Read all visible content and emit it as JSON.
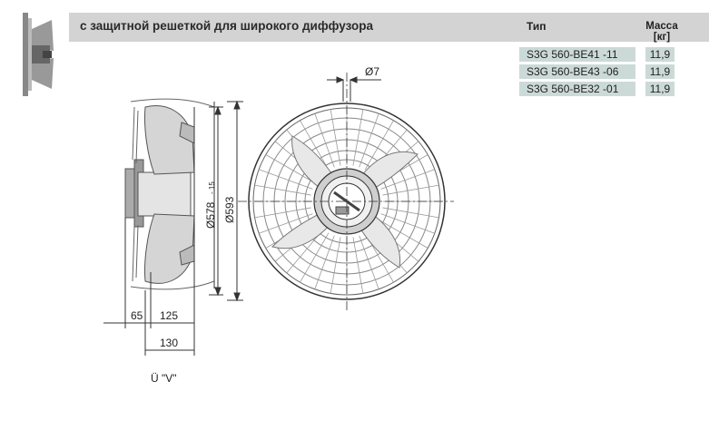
{
  "header": {
    "title": "с защитной решеткой для широкого диффузора",
    "type_label": "Тип",
    "mass_label": "Масса",
    "mass_unit": "[кг]"
  },
  "table": {
    "rows": [
      {
        "type": "S3G 560-BE41  -11",
        "mass": "11,9"
      },
      {
        "type": "S3G 560-BE43  -06",
        "mass": "11,9"
      },
      {
        "type": "S3G 560-BE32  -01",
        "mass": "11,9"
      }
    ]
  },
  "drawing": {
    "dim_hole": "Ø7",
    "dim_inner": "Ø578",
    "dim_inner_tol": "- 15",
    "dim_outer": "Ø593",
    "dim_65": "65",
    "dim_125": "125",
    "dim_130": "130"
  },
  "footnote": "Ü \"V\"",
  "colors": {
    "header_bg": "#d3d3d3",
    "cell_bg": "#ccdad7",
    "line": "#333333"
  }
}
